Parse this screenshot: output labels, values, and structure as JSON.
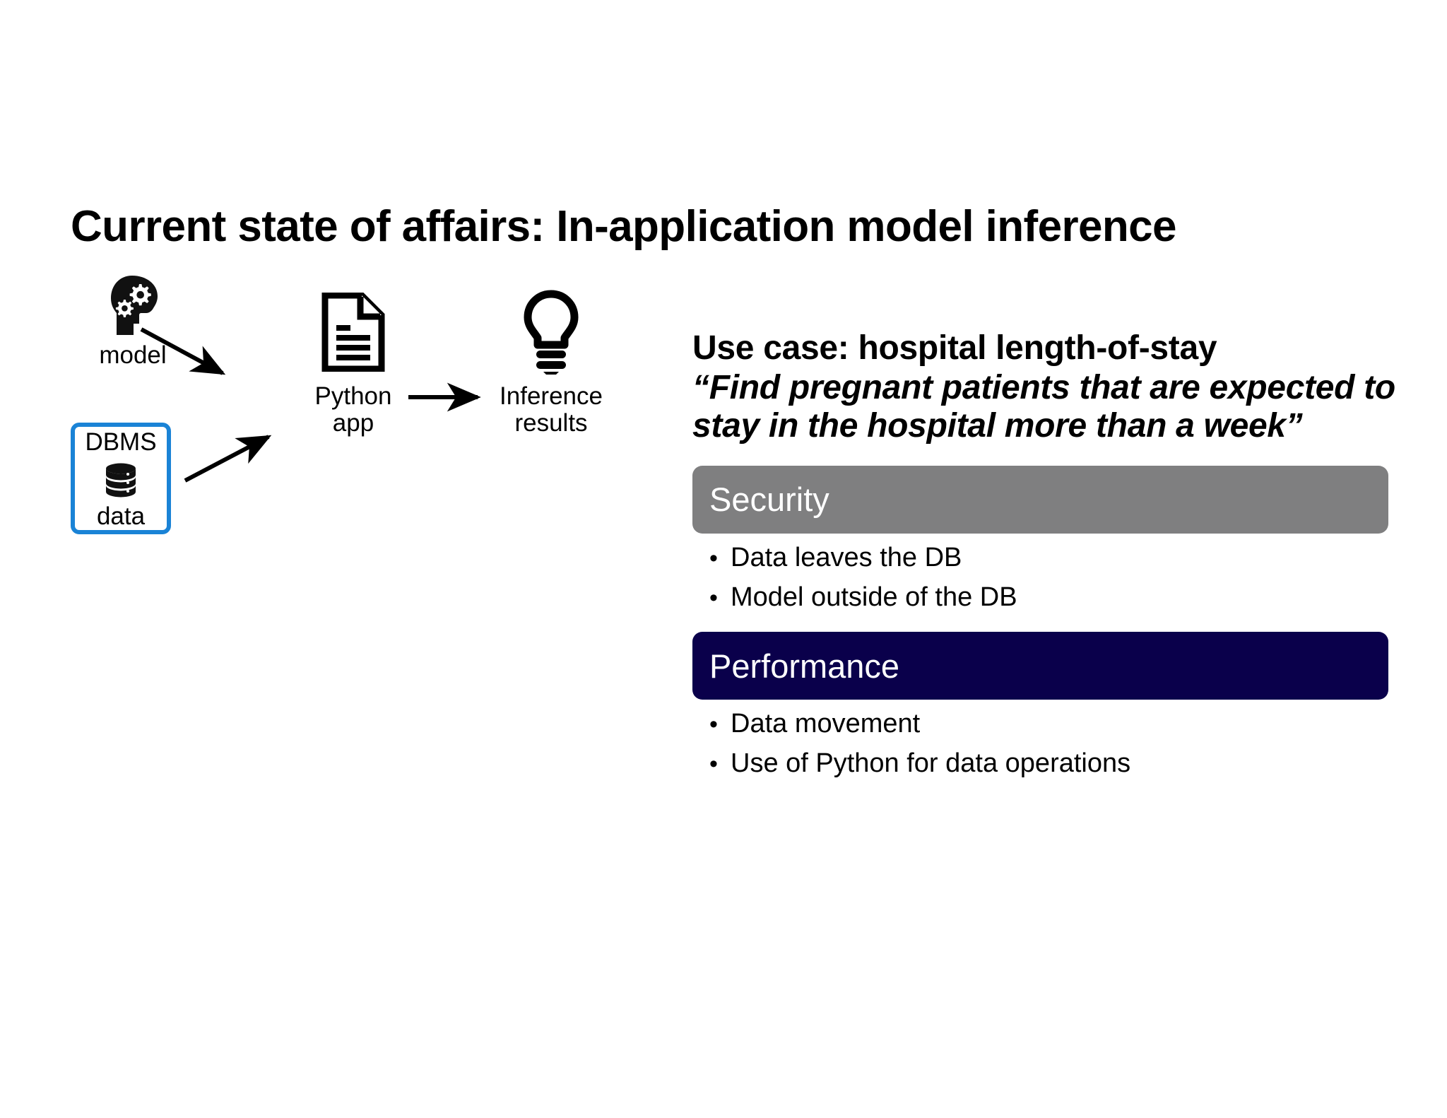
{
  "slide": {
    "title": "Current state of affairs: In-application model inference",
    "background": "#ffffff"
  },
  "diagram": {
    "nodes": [
      {
        "id": "model",
        "label": "model",
        "icon": "head-with-gears-icon"
      },
      {
        "id": "dbms",
        "label_top": "DBMS",
        "label_bottom": "data",
        "icon": "database-cylinder-icon",
        "border_color": "#1a83d6"
      },
      {
        "id": "python",
        "label_line1": "Python",
        "label_line2": "app",
        "icon": "document-icon"
      },
      {
        "id": "inference",
        "label_line1": "Inference",
        "label_line2": "results",
        "icon": "lightbulb-icon"
      }
    ],
    "arrows": [
      {
        "from": "model",
        "to": "python"
      },
      {
        "from": "dbms",
        "to": "python"
      },
      {
        "from": "python",
        "to": "inference"
      }
    ]
  },
  "right": {
    "usecase_heading": "Use case: hospital length-of-stay",
    "usecase_quote": "“Find pregnant patients that are expected to stay in the hospital more than a week”",
    "sections": [
      {
        "id": "security",
        "banner_label": "Security",
        "banner_color": "#7f7f80",
        "bullet_char": "•",
        "bullets": [
          "Data leaves the DB",
          "Model outside of the DB"
        ]
      },
      {
        "id": "performance",
        "banner_label": "Performance",
        "banner_color": "#0a004b",
        "bullet_char": "•",
        "bullets": [
          "Data movement",
          "Use of Python for data operations"
        ]
      }
    ]
  }
}
